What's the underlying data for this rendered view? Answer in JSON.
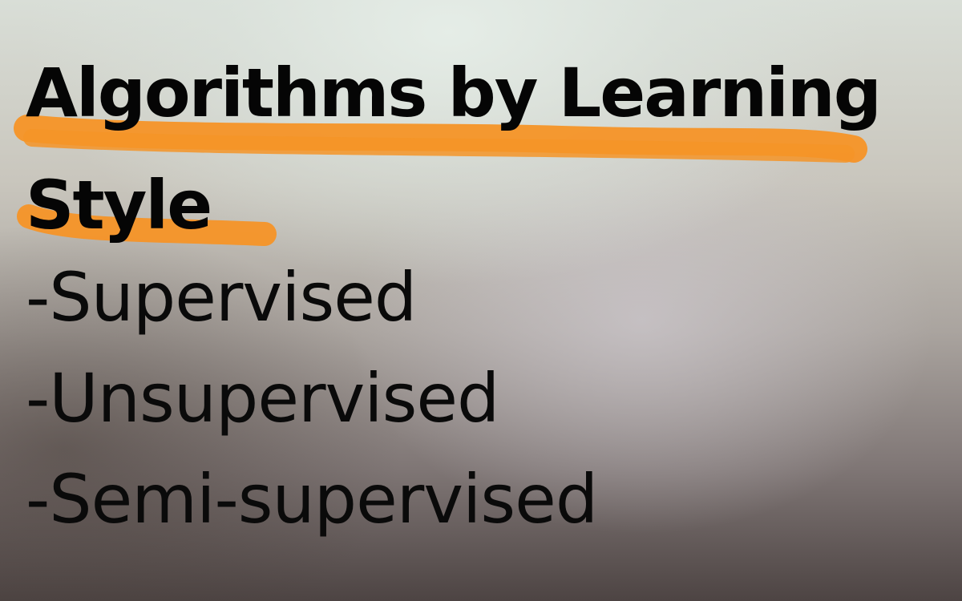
{
  "slide": {
    "title": "Algorithms by Learning Style",
    "items": [
      "-Supervised",
      "-Unsupervised",
      "-Semi-supervised"
    ]
  },
  "colors": {
    "highlight": "#f59427",
    "text": "#050505"
  }
}
